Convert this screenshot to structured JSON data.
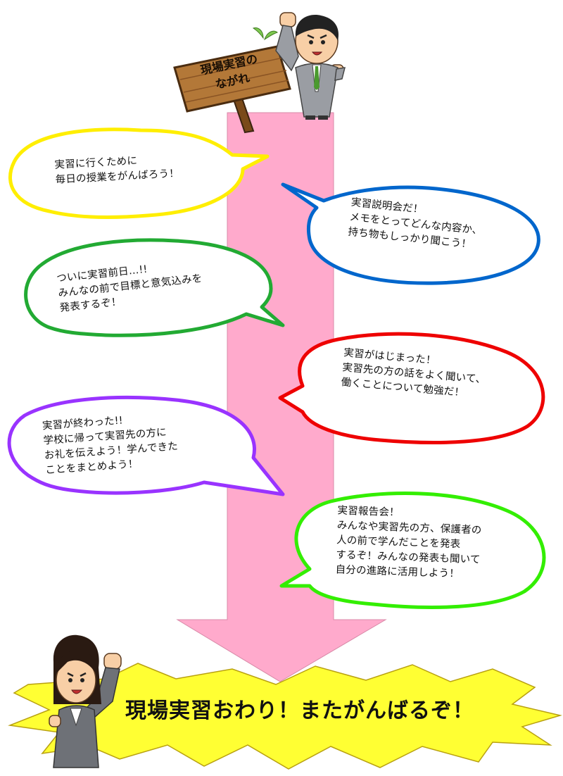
{
  "sign": {
    "title": "現場実習の\nながれ"
  },
  "bubbles": [
    {
      "id": "study",
      "text": "実習に行くために\n毎日の授業をがんばろう！",
      "color": "#ffee00"
    },
    {
      "id": "briefing",
      "text": "実習説明会だ！\nメモをとってどんな内容か、\n持ち物もしっかり聞こう！",
      "color": "#0066cc"
    },
    {
      "id": "eve",
      "text": "ついに実習前日…!!\nみんなの前で目標と意気込みを\n発表するぞ！",
      "color": "#22aa33"
    },
    {
      "id": "start",
      "text": "実習がはじまった！\n実習先の方の話をよく聞いて、\n働くことについて勉強だ！",
      "color": "#ee0000"
    },
    {
      "id": "end",
      "text": "実習が終わった!!\n学校に帰って実習先の方に\nお礼を伝えよう！学んできた\nことをまとめよう！",
      "color": "#9933ff"
    },
    {
      "id": "report",
      "text": "実習報告会！\nみんなや実習先の方、保護者の\n人の前で学んだことを発表\nするぞ！みんなの発表も聞いて\n自分の進路に活用しよう！",
      "color": "#33ee00"
    }
  ],
  "finale": {
    "text": "現場実習おわり！またがんばるぞ！",
    "burst_color": "#ffff33"
  },
  "arrow": {
    "color": "#ffaacc"
  },
  "icons": [
    "wooden-sign-icon",
    "male-student-cheering-icon",
    "female-student-cheering-icon",
    "explosion-burst-icon"
  ]
}
